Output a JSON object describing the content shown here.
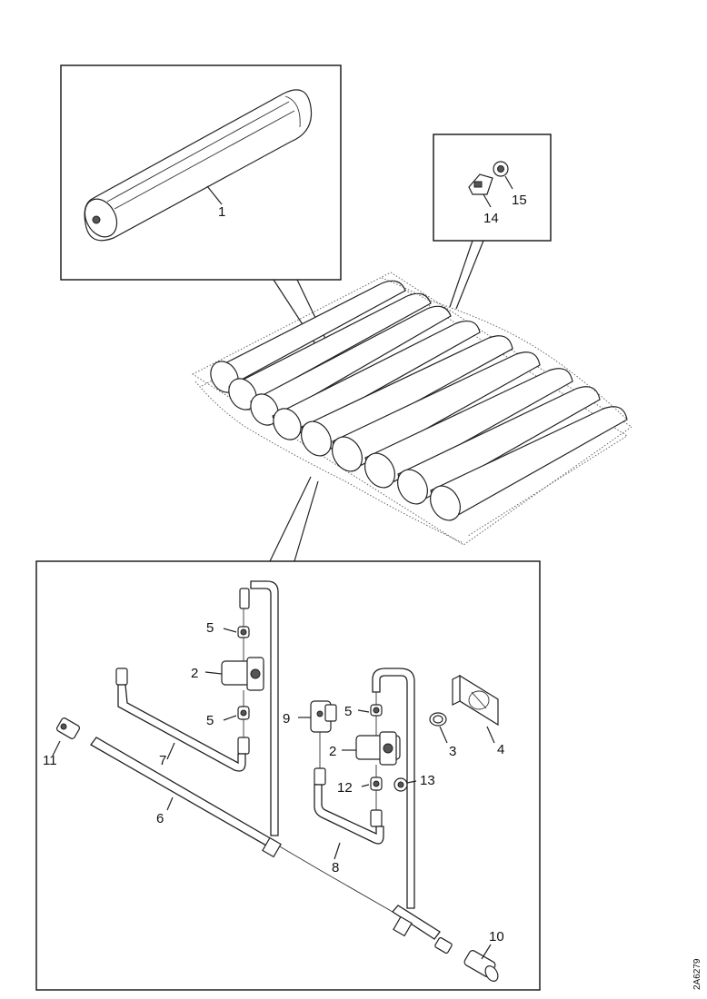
{
  "drawing_code": "2A6279",
  "part_labels": {
    "p1": "1",
    "p2a": "2",
    "p2b": "2",
    "p3": "3",
    "p4": "4",
    "p5a": "5",
    "p5b": "5",
    "p5c": "5",
    "p6": "6",
    "p7": "7",
    "p8": "8",
    "p9": "9",
    "p10": "10",
    "p11": "11",
    "p12": "12",
    "p13": "13",
    "p14": "14",
    "p15": "15"
  }
}
